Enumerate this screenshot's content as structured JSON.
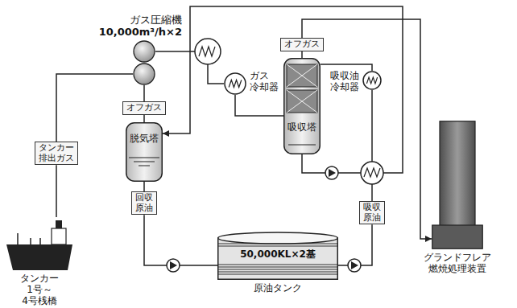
{
  "diagram": {
    "nodes": [
      {
        "text": [
          "ガス圧縮機",
          "10,000m³/h×2"
        ]
      },
      {
        "text": [
          "オフガス"
        ]
      },
      {
        "text": [
          "ガス 冷却器"
        ]
      },
      {
        "text": [
          "吸収油 冷却器"
        ]
      },
      {
        "text": [
          "吸収塔"
        ]
      },
      {
        "text": [
          "オフガス"
        ]
      },
      {
        "text": [
          "脱気塔"
        ]
      },
      {
        "text": [
          "タンカー 排出ガス"
        ]
      },
      {
        "text": [
          "回収 原油"
        ]
      },
      {
        "text": [
          "吸収 原油"
        ]
      },
      {
        "text": [
          "50,000KL×2基",
          "原油タンク"
        ]
      },
      {
        "text": [
          "グランドフレア 燃焼処理装置"
        ]
      },
      {
        "text": [
          "タンカー 1号～4号桟橋"
        ]
      }
    ],
    "edges": [
      {
        "from": 12,
        "to": 7,
        "arrow": "none"
      },
      {
        "from": 7,
        "to": 0,
        "arrow": "none"
      },
      {
        "from": 0,
        "to": 2,
        "arrow": "none"
      },
      {
        "from": 2,
        "to": 4,
        "arrow": "none"
      },
      {
        "from": 4,
        "to": 1,
        "arrow": "none"
      },
      {
        "from": 1,
        "to": 11,
        "arrow": "to"
      },
      {
        "from": 4,
        "to": 6,
        "arrow": "to"
      },
      {
        "from": 6,
        "to": 5,
        "arrow": "none"
      },
      {
        "from": 5,
        "to": 0,
        "arrow": "none"
      },
      {
        "from": 6,
        "to": 8,
        "arrow": "none"
      },
      {
        "from": 8,
        "to": 10,
        "arrow": "none"
      },
      {
        "from": 10,
        "to": 9,
        "arrow": "none"
      },
      {
        "from": 9,
        "to": 3,
        "arrow": "none"
      },
      {
        "from": 3,
        "to": 4,
        "arrow": "none"
      }
    ]
  }
}
